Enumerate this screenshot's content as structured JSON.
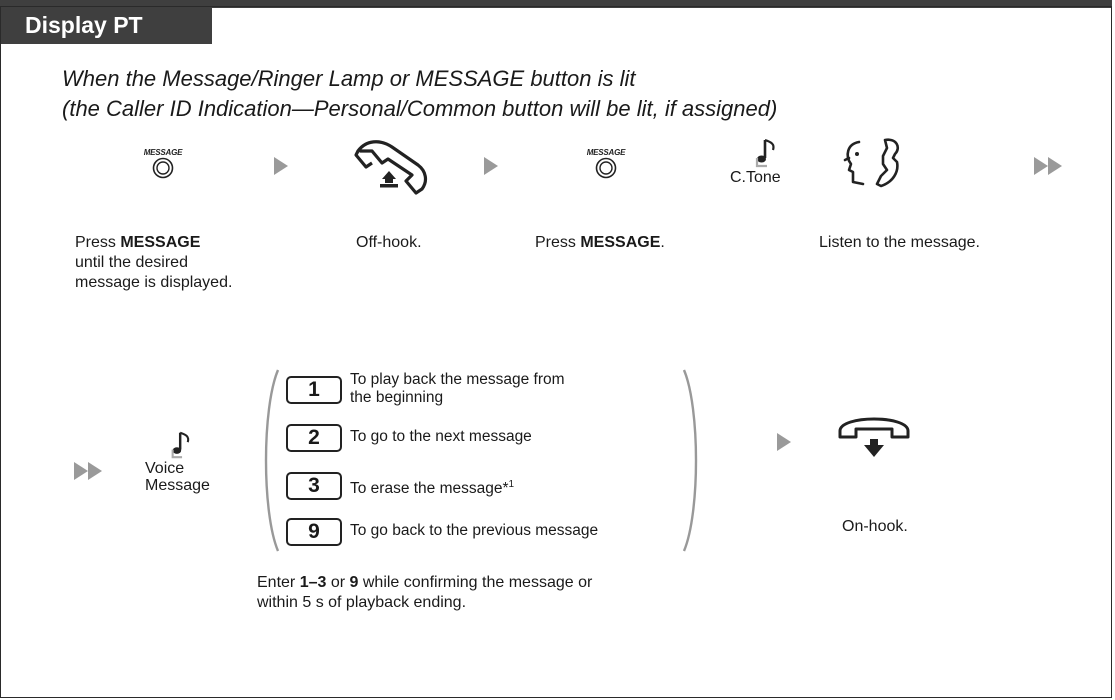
{
  "header": {
    "tab_label": "Display PT"
  },
  "condition": {
    "line1": "When the Message/Ringer Lamp or MESSAGE button is lit",
    "line2": "(the Caller ID Indication—Personal/Common button will be lit, if assigned)"
  },
  "step1": {
    "button_label": "MESSAGE",
    "caption_pre": "Press ",
    "caption_bold": "MESSAGE",
    "caption_line2": "until the desired",
    "caption_line3": "message is displayed."
  },
  "step2": {
    "caption": "Off-hook."
  },
  "step3": {
    "button_label": "MESSAGE",
    "caption_pre": "Press ",
    "caption_bold": "MESSAGE",
    "caption_post": "."
  },
  "tone": {
    "label": "C.Tone"
  },
  "step4": {
    "caption": "Listen to the message."
  },
  "voice": {
    "line1": "Voice",
    "line2": "Message"
  },
  "options": [
    {
      "key": "1",
      "text_line1": "To play back the message from",
      "text_line2": "the beginning"
    },
    {
      "key": "2",
      "text_line1": "To go to the next message"
    },
    {
      "key": "3",
      "text_line1": "To erase the message*1"
    },
    {
      "key": "9",
      "text_line1": "To go back to the previous message"
    }
  ],
  "note": {
    "pre": "Enter ",
    "bold1": "1–3",
    "mid": " or ",
    "bold2": "9",
    "post": " while confirming the message or",
    "line2": "within 5 s of playback ending."
  },
  "step5": {
    "caption": "On-hook."
  },
  "icons": {
    "message_button": "message-button-icon",
    "off_hook": "off-hook-handset-icon",
    "tone": "music-note-icon",
    "listen": "listening-person-icon",
    "on_hook": "on-hook-handset-icon",
    "arrow": "triangle-right-arrow",
    "double_arrow": "double-triangle-continue-arrow"
  }
}
